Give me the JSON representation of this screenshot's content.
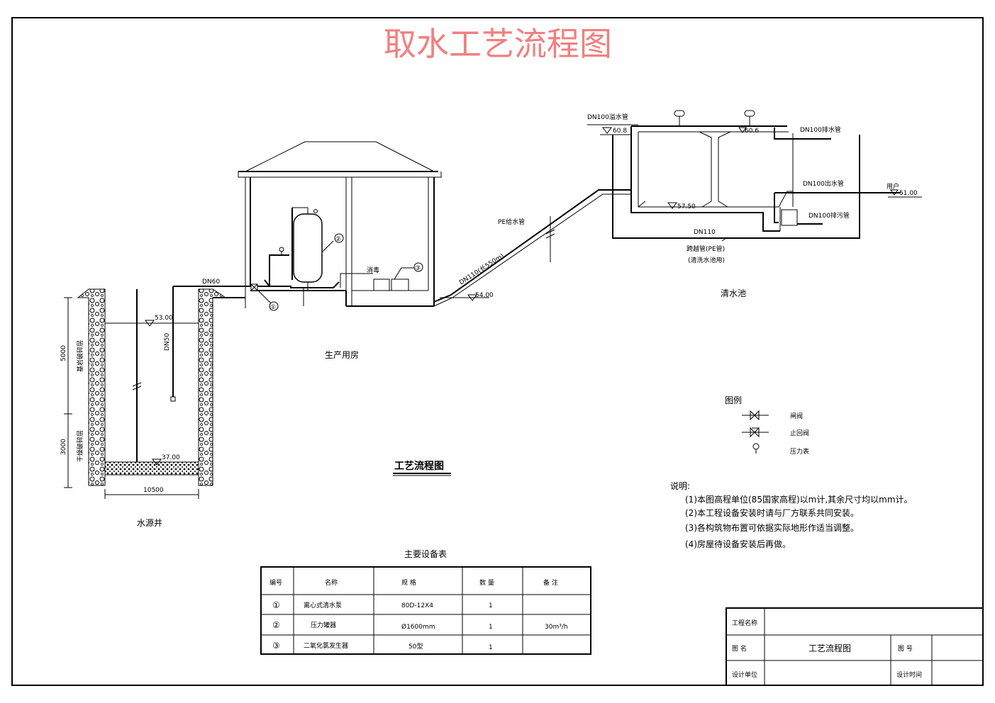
{
  "title": "取水工艺流程图",
  "labels": {
    "pipe_dn60": "DN60",
    "water_level_source": "53.00",
    "pipe_dn50": "DN50",
    "well_bottom": "37.00",
    "stratum_top": "基岩破碎层",
    "stratum_bottom": "干燥破碎层",
    "depth_top": "5000",
    "depth_bottom": "3000",
    "well_width": "10500",
    "well_name": "水源井",
    "room_name": "生产用房",
    "dosing": "消毒",
    "pe_pipe": "PE给水管",
    "dn110_pipe": "DN110(长550m)",
    "elev_bottom": "54.00",
    "overflow_pipe": "DN100溢水管",
    "elev_top": "60.8",
    "roof_elev": "60.6",
    "vent_pipe": "DN100排水管",
    "outlet_pipe": "DN100出水管",
    "user": "用户",
    "elev_user": "51.00",
    "pool_floor": "57.50",
    "drain_pipe": "DN100排污管",
    "dn110": "DN110",
    "bypass": "跨越管(PE管)",
    "bypass_note": "(清洗水池用)",
    "pool_name": "清水池",
    "process_title": "工艺流程图",
    "marker_1": "①",
    "marker_2": "②",
    "marker_3": "③"
  },
  "legend": {
    "title": "图例",
    "items": [
      {
        "icon": "gate-valve-icon",
        "label": "闸阀"
      },
      {
        "icon": "check-valve-icon",
        "label": "止回阀"
      },
      {
        "icon": "pressure-gauge-icon",
        "label": "压力表"
      }
    ]
  },
  "notes": {
    "title": "说明:",
    "items": [
      "(1)本图高程单位(85国家高程)以m计,其余尺寸均以mm计。",
      "(2)本工程设备安装时请与厂方联系共同安装。",
      "(3)各构筑物布置可依据实际地形作适当调整。",
      "(4)房屋待设备安装后再做。"
    ]
  },
  "equipment": {
    "title": "主要设备表",
    "headers": [
      "编号",
      "名称",
      "规 格",
      "数 量",
      "备 注"
    ],
    "rows": [
      [
        "①",
        "离心式清水泵",
        "80D-12X4",
        "1",
        ""
      ],
      [
        "②",
        "压力罐器",
        "Ø1600mm",
        "1",
        "30m³/h"
      ],
      [
        "③",
        "二氧化氯发生器",
        "50型",
        "1",
        ""
      ]
    ]
  },
  "title_block": {
    "project_label": "工程名称",
    "project_value": "",
    "drawing_label": "图 名",
    "drawing_value": "工艺流程图",
    "number_label": "图 号",
    "number_value": "",
    "unit_label": "设计单位",
    "unit_value": "",
    "time_label": "设计时间",
    "time_value": ""
  }
}
